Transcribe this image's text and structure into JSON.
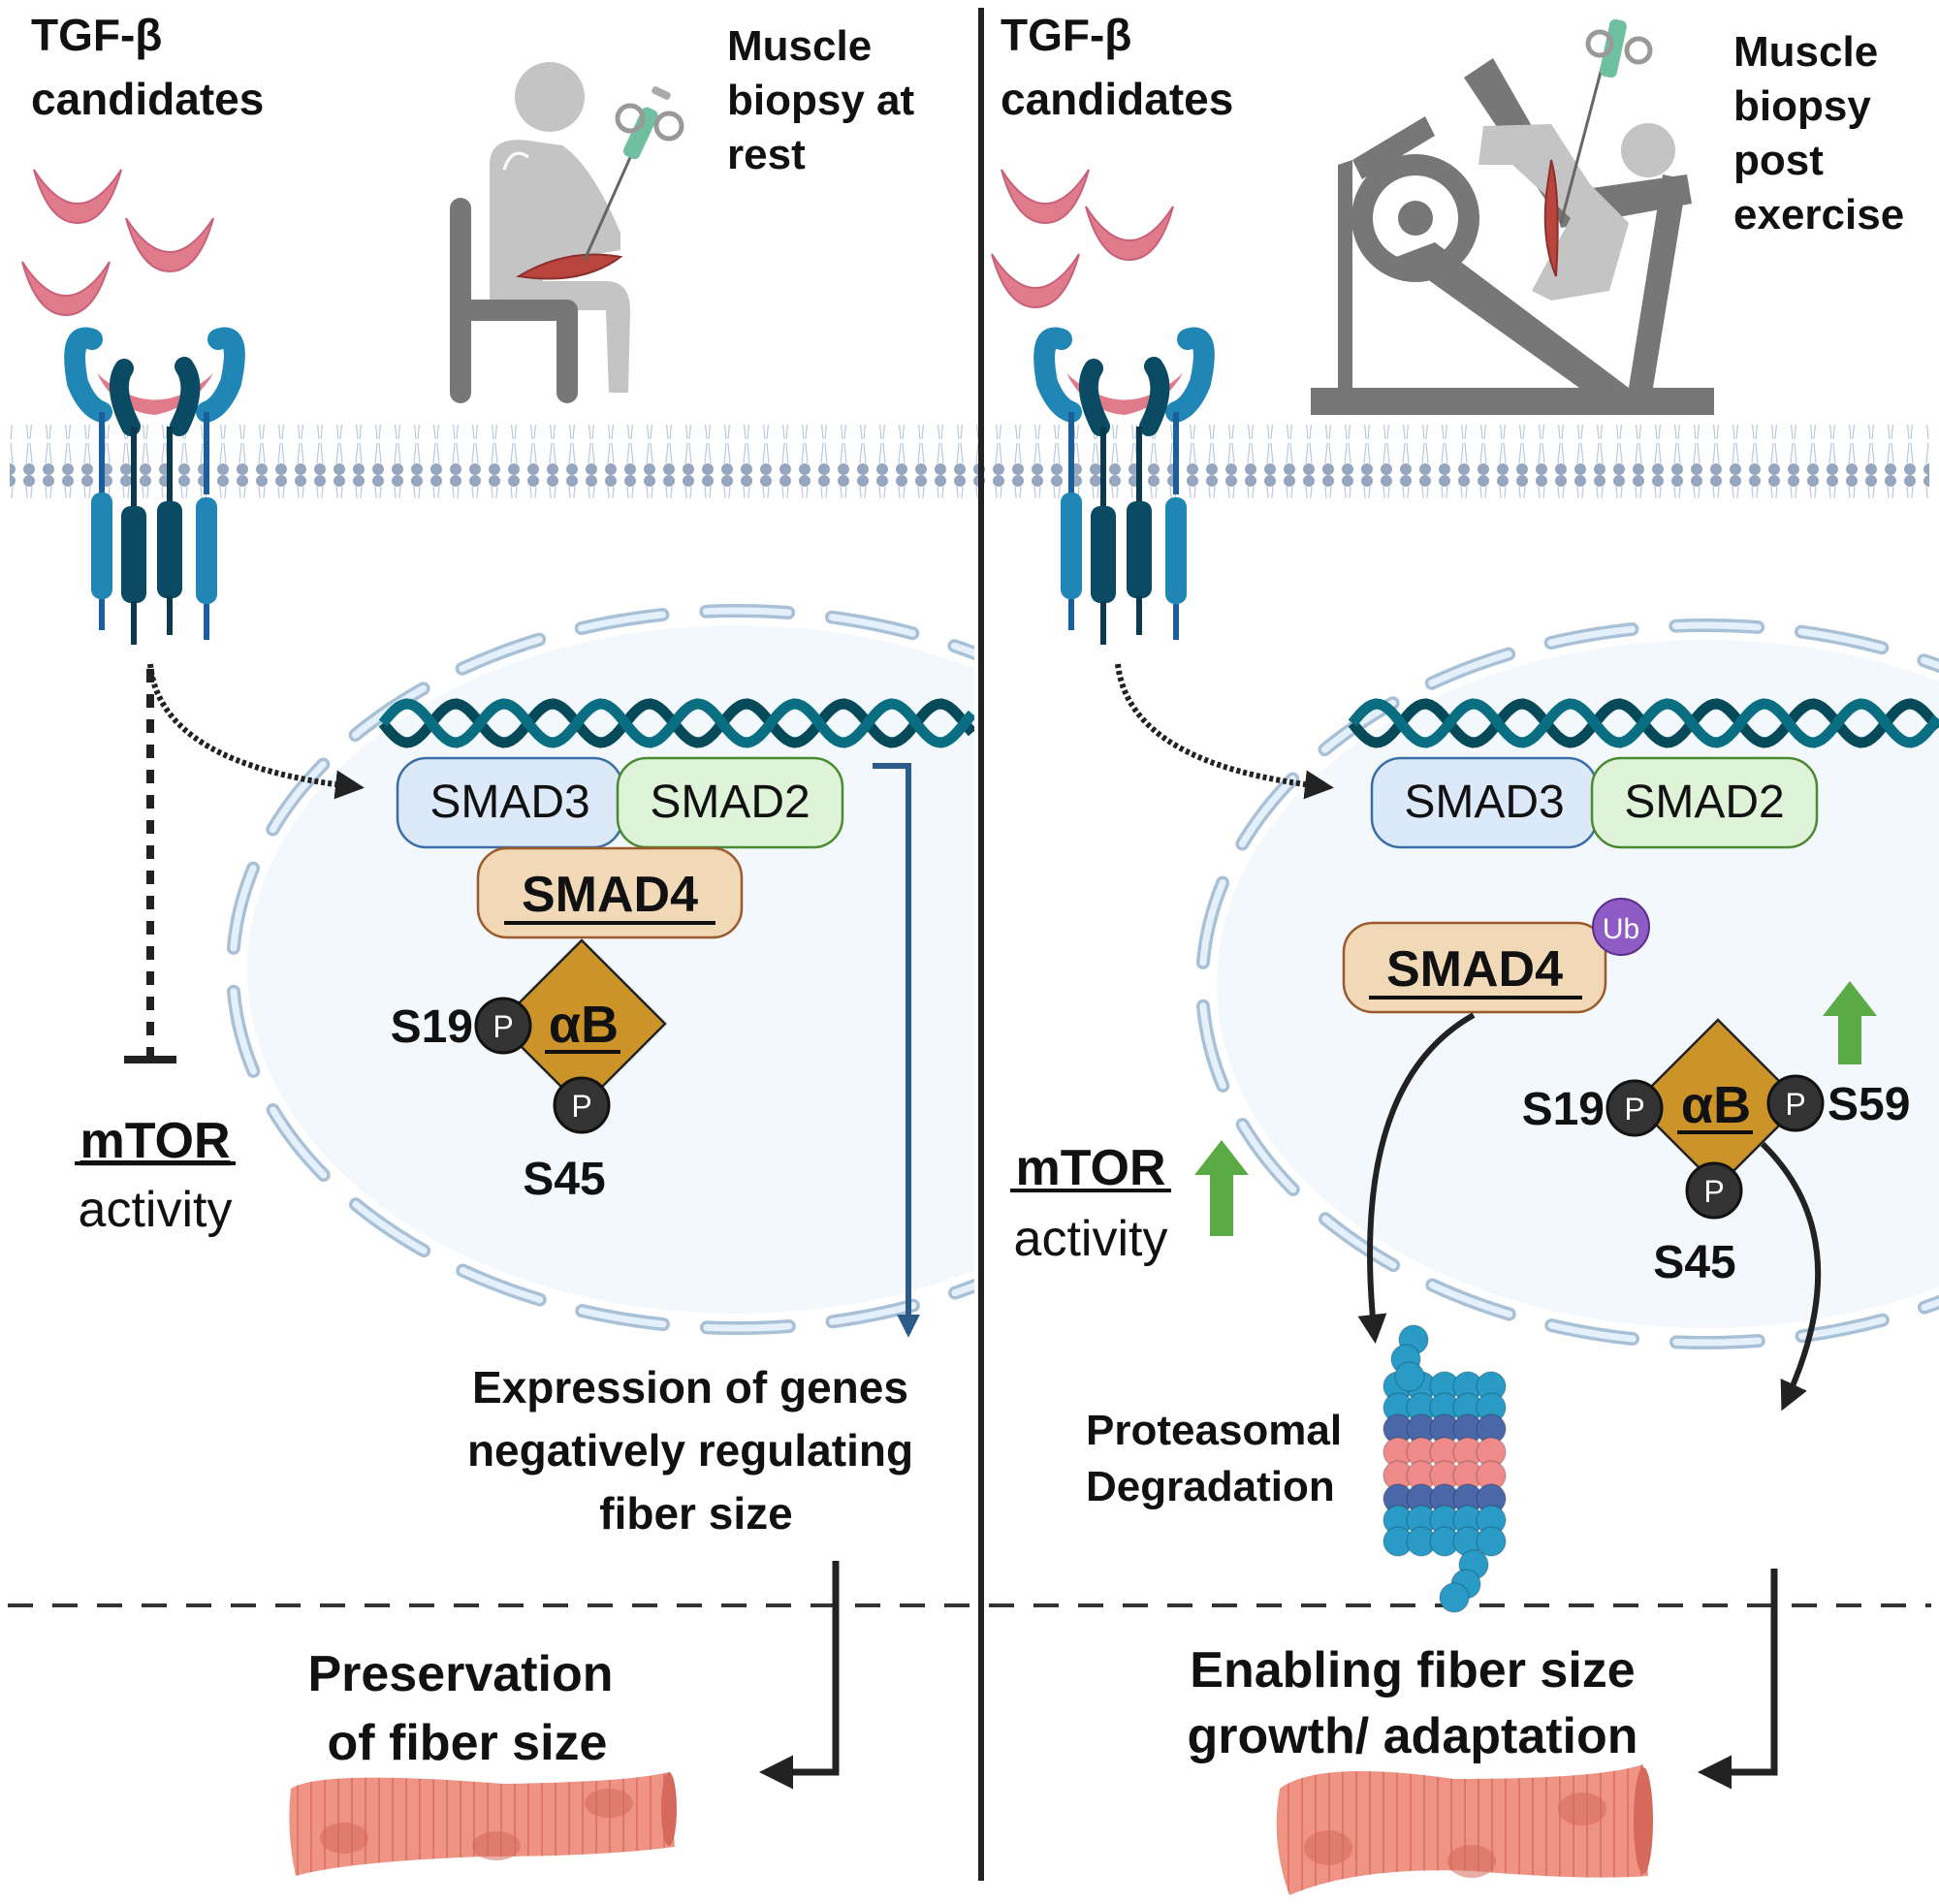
{
  "figure": {
    "panels": [
      {
        "id": "rest",
        "ligand_label_line1": "TGF-β",
        "ligand_label_line2": "candidates",
        "biopsy_label_lines": [
          "Muscle",
          "biopsy at",
          "rest"
        ],
        "nucleus": {
          "smad3": "SMAD3",
          "smad2": "SMAD2",
          "smad4": "SMAD4",
          "cryab": "αB",
          "phospho_symbol": "P",
          "sites": [
            "S19",
            "S45"
          ]
        },
        "mtor_label": "mTOR",
        "mtor_sub": "activity",
        "mtor_effect": "inhibited",
        "outcome_text_lines": [
          "Expression of genes",
          "negatively regulating",
          "fiber size"
        ],
        "result_lines": [
          "Preservation",
          "of fiber size"
        ]
      },
      {
        "id": "exercise",
        "ligand_label_line1": "TGF-β",
        "ligand_label_line2": "candidates",
        "biopsy_label_lines": [
          "Muscle",
          "biopsy",
          "post",
          "exercise"
        ],
        "nucleus": {
          "smad3": "SMAD3",
          "smad2": "SMAD2",
          "smad4": "SMAD4",
          "ubiquitin": "Ub",
          "cryab": "αB",
          "phospho_symbol": "P",
          "sites": [
            "S19",
            "S45",
            "S59"
          ]
        },
        "mtor_label": "mTOR",
        "mtor_sub": "activity",
        "mtor_effect": "increased",
        "degradation_lines": [
          "Proteasomal",
          "Degradation"
        ],
        "result_lines": [
          "Enabling fiber size",
          "growth/ adaptation"
        ]
      }
    ]
  },
  "colors": {
    "ligand": "#e07b8c",
    "receptor_light": "#1f86b5",
    "receptor_dark": "#0b4a63",
    "membrane_head": "#94a7bf",
    "dna_a": "#0a6e82",
    "dna_b": "#064a5a",
    "nucleus_fill": "#f3f8fd",
    "nucleus_envelope": "#a9c1d6",
    "smad3_fill": "#dce9f8",
    "smad3_stroke": "#3b6ea6",
    "smad2_fill": "#dff3d8",
    "smad2_stroke": "#4a8a32",
    "smad4_fill": "#f1d9b8",
    "smad4_stroke": "#9b5a2b",
    "cryab": "#cc9428",
    "phospho": "#333333",
    "ubiquitin": "#8e5cc4",
    "up_arrow": "#5aaa46",
    "gene_arrow": "#2c5b8a",
    "fiber": "#ef9384",
    "proteasome_cap": "#2a9ac6",
    "proteasome_mid": "#4a68a8",
    "proteasome_core": "#ee8a8a"
  }
}
